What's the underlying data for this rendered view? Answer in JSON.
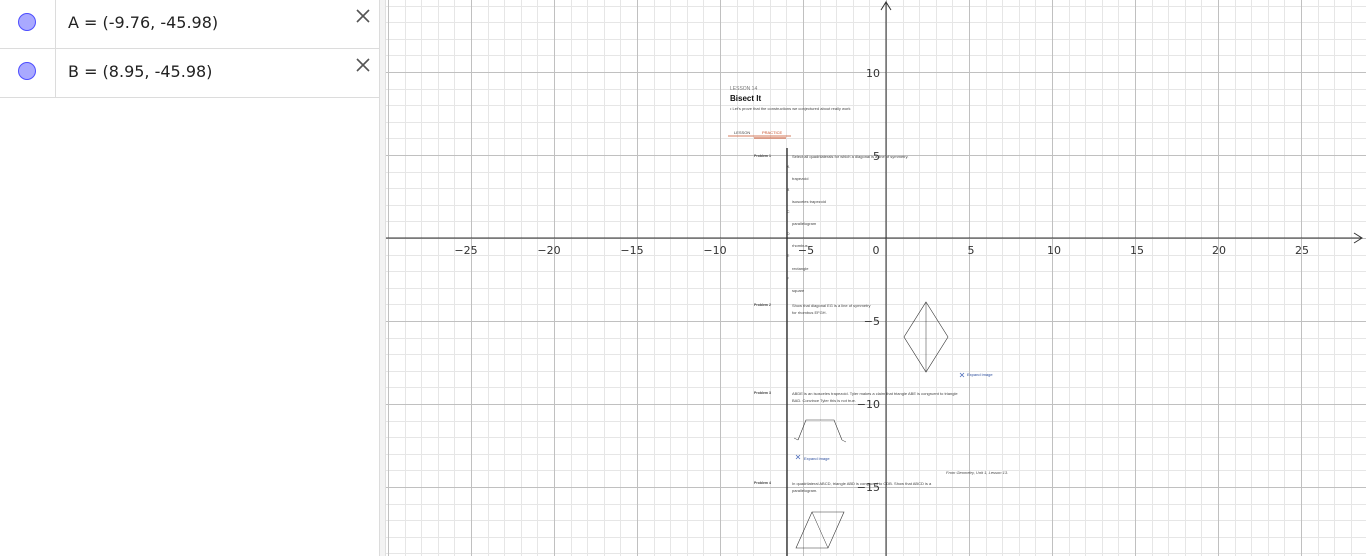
{
  "algebra": {
    "items": [
      {
        "expr": "A = (-9.76, -45.98)"
      },
      {
        "expr": "B = (8.95, -45.98)"
      }
    ]
  },
  "graphics": {
    "x_ticks": [
      "−25",
      "−20",
      "−15",
      "−10",
      "−5",
      "0",
      "5",
      "10",
      "15",
      "20",
      "25"
    ],
    "y_ticks": [
      "10",
      "5",
      "−5",
      "−10",
      "−15"
    ]
  },
  "worksheet": {
    "lesson_label": "LESSON 14",
    "title": "Bisect It",
    "goal": "• Let's prove that the constructions we conjectured about really work",
    "tab_lesson": "LESSON",
    "tab_practice": "PRACTICE",
    "problem1_label": "Problem 1",
    "problem1_text": "Select all quadrilaterals for which a diagonal is a line of symmetry.",
    "options": [
      {
        "letter": "A",
        "text": "trapezoid"
      },
      {
        "letter": "B",
        "text": "isosceles trapezoid"
      },
      {
        "letter": "C",
        "text": "parallelogram"
      },
      {
        "letter": "D",
        "text": "rhombus"
      },
      {
        "letter": "E",
        "text": "rectangle"
      },
      {
        "letter": "F",
        "text": "square"
      }
    ],
    "problem2_label": "Problem 2",
    "problem2_text_1": "Show that diagonal EG is a line of symmetry",
    "problem2_text_2": "for rhombus EFGH.",
    "expand_image_1": "Expand image",
    "problem3_label": "Problem 3",
    "problem3_text_1": "ABDE is an isosceles trapezoid. Tyler makes a claim that triangle ABE is congruent to triangle",
    "problem3_text_2": "BAD. Convince Tyler this is not true.",
    "expand_image_2": "Expand image",
    "source_note": "From Geometry, Unit 1, Lesson 13.",
    "problem4_label": "Problem 4",
    "problem4_text_1": "In quadrilateral ABCD, triangle ABD is congruent to CDB. Show that ABCD is a",
    "problem4_text_2": "parallelogram."
  }
}
